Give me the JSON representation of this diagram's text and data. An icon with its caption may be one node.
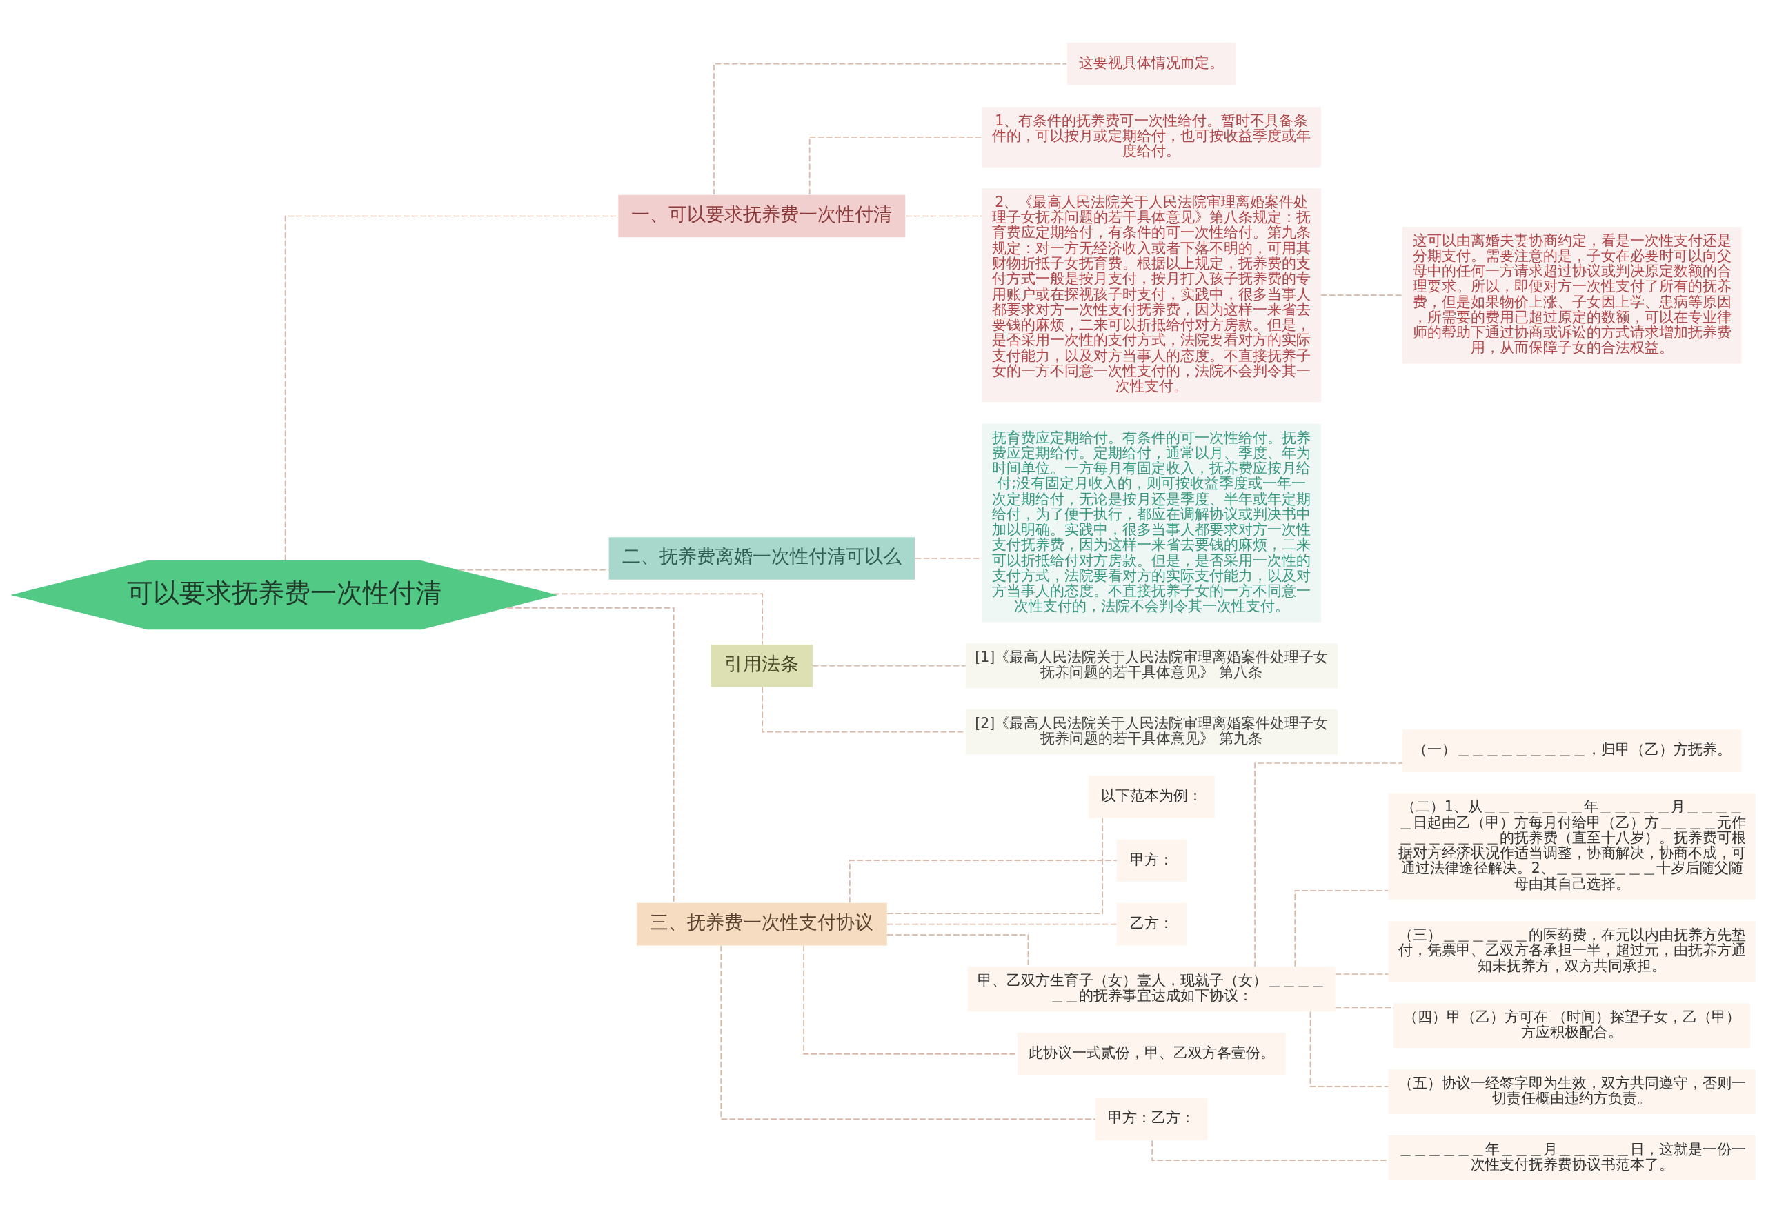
{
  "diagram": {
    "nodes": [
      {
        "text": [
          "可以要求抚养费一次性付清"
        ]
      },
      {
        "text": [
          "一、可以要求抚养费一次性付清"
        ]
      },
      {
        "text": [
          "这要视具体情况而定。"
        ]
      },
      {
        "text": [
          "1、有条件的抚养费可一次性给付。暂时不具备条件的，可以按月或定期给付，也可按收益季度或年度给付。"
        ]
      },
      {
        "text": [
          "2、《最高人民法院关于人民法院审理离婚案件处理子女抚养问题的若干具体意见》第八条规定：抚育费应定期给付，有条件的可一次性给付。第九条规定：对一方无经济收入或者下落不明的，可用其财物折抵子女抚育费。根据以上规定，抚养费的支付方式一般是按月支付，按月打入孩子抚养费的专用账户或在探视孩子时支付，实践中，很多当事人都要求对方一次性支付抚养费，因为这样一来省去要钱的麻烦，二来可以折抵给付对方房款。但是，是否采用一次性的支付方式，法院要看对方的实际支付能力，以及对方当事人的态度。不直接抚养子女的一方不同意一次性支付的，法院不会判令其一次性支付。"
        ]
      },
      {
        "text": [
          "这可以由离婚夫妻协商约定，看是一次性支付还是分期支付。需要注意的是，子女在必要时可以向父母中的任何一方请求超过协议或判决原定数额的合理要求。所以，即便对方一次性支付了所有的抚养费，但是如果物价上涨、子女因上学、患病等原因，所需要的费用已超过原定的数额，可以在专业律师的帮助下通过协商或诉讼的方式请求增加抚养费用，从而保障子女的合法权益。"
        ]
      },
      {
        "text": [
          "二、抚养费离婚一次性付清可以么"
        ]
      },
      {
        "text": [
          "抚育费应定期给付。有条件的可一次性给付。抚养费应定期给付。定期给付，通常以月、季度、年为时间单位。一方每月有固定收入，抚养费应按月给付;没有固定月收入的，则可按收益季度或一年一次定期给付，无论是按月还是季度、半年或年定期给付，为了便于执行，都应在调解协议或判决书中加以明确。实践中，很多当事人都要求对方一次性支付抚养费，因为这样一来省去要钱的麻烦，二来可以折抵给付对方房款。但是，是否采用一次性的支付方式，法院要看对方的实际支付能力，以及对方当事人的态度。不直接抚养子女的一方不同意一次性支付的，法院不会判令其一次性支付。"
        ]
      },
      {
        "text": [
          "引用法条"
        ]
      },
      {
        "text": [
          "[1]《最高人民法院关于人民法院审理离婚案件处理子女抚养问题的若干具体意见》 第八条"
        ]
      },
      {
        "text": [
          "[2]《最高人民法院关于人民法院审理离婚案件处理子女抚养问题的若干具体意见》 第九条"
        ]
      },
      {
        "text": [
          "三、抚养费一次性支付协议"
        ]
      },
      {
        "text": [
          "以下范本为例："
        ]
      },
      {
        "text": [
          "甲方："
        ]
      },
      {
        "text": [
          "乙方："
        ]
      },
      {
        "text": [
          "甲、乙双方生育子（女）壹人，现就子（女）＿＿＿＿＿＿的抚养事宜达成如下协议："
        ]
      },
      {
        "text": [
          "（一）＿＿＿＿＿＿＿＿＿，归甲（乙）方抚养。"
        ]
      },
      {
        "text": [
          "（二）1、从＿＿＿＿＿＿＿年＿＿＿＿＿月＿＿＿＿＿日起由乙（甲）方每月付给甲（乙）方＿＿＿＿元作＿＿＿＿＿＿＿的抚养费（直至十八岁）。抚养费可根据对方经济状况作适当调整，协商解决，协商不成，可通过法律途径解决。2、＿＿＿＿＿＿＿十岁后随父随母由其自己选择。"
        ]
      },
      {
        "text": [
          "（三）＿＿＿＿＿＿的医药费，在元以内由抚养方先垫付，凭票甲、乙双方各承担一半，超过元，由抚养方通知未抚养方，双方共同承担。"
        ]
      },
      {
        "text": [
          "（四）甲（乙）方可在 （时间）探望子女，乙（甲）方应积极配合。"
        ]
      },
      {
        "text": [
          "（五）协议一经签字即为生效，双方共同遵守，否则一切责任概由违约方负责。"
        ]
      },
      {
        "text": [
          "此协议一式贰份，甲、乙双方各壹份。"
        ]
      },
      {
        "text": [
          "甲方：乙方："
        ]
      },
      {
        "text": [
          "＿＿＿＿＿＿年＿＿＿月＿＿＿＿＿日，这就是一份一次性支付抚养费协议书范本了。"
        ]
      }
    ],
    "edges": [
      {
        "from": 0,
        "to": 1,
        "arrow": "none",
        "style": "dashed"
      },
      {
        "from": 1,
        "to": 2,
        "arrow": "none",
        "style": "dashed"
      },
      {
        "from": 1,
        "to": 3,
        "arrow": "none",
        "style": "dashed"
      },
      {
        "from": 1,
        "to": 4,
        "arrow": "none",
        "style": "dashed"
      },
      {
        "from": 4,
        "to": 5,
        "arrow": "none",
        "style": "dashed"
      },
      {
        "from": 0,
        "to": 6,
        "arrow": "none",
        "style": "dashed"
      },
      {
        "from": 6,
        "to": 7,
        "arrow": "none",
        "style": "dashed"
      },
      {
        "from": 0,
        "to": 8,
        "arrow": "none",
        "style": "dashed"
      },
      {
        "from": 8,
        "to": 9,
        "arrow": "none",
        "style": "dashed"
      },
      {
        "from": 8,
        "to": 10,
        "arrow": "none",
        "style": "dashed"
      },
      {
        "from": 0,
        "to": 11,
        "arrow": "none",
        "style": "dashed"
      },
      {
        "from": 11,
        "to": 12,
        "arrow": "none",
        "style": "dashed"
      },
      {
        "from": 11,
        "to": 13,
        "arrow": "none",
        "style": "dashed"
      },
      {
        "from": 11,
        "to": 14,
        "arrow": "none",
        "style": "dashed"
      },
      {
        "from": 11,
        "to": 15,
        "arrow": "none",
        "style": "dashed"
      },
      {
        "from": 15,
        "to": 16,
        "arrow": "none",
        "style": "dashed"
      },
      {
        "from": 15,
        "to": 17,
        "arrow": "none",
        "style": "dashed"
      },
      {
        "from": 15,
        "to": 18,
        "arrow": "none",
        "style": "dashed"
      },
      {
        "from": 15,
        "to": 19,
        "arrow": "none",
        "style": "dashed"
      },
      {
        "from": 15,
        "to": 20,
        "arrow": "none",
        "style": "dashed"
      },
      {
        "from": 11,
        "to": 21,
        "arrow": "none",
        "style": "dashed"
      },
      {
        "from": 11,
        "to": 22,
        "arrow": "none",
        "style": "dashed"
      },
      {
        "from": 22,
        "to": 23,
        "arrow": "none",
        "style": "dashed"
      }
    ]
  }
}
